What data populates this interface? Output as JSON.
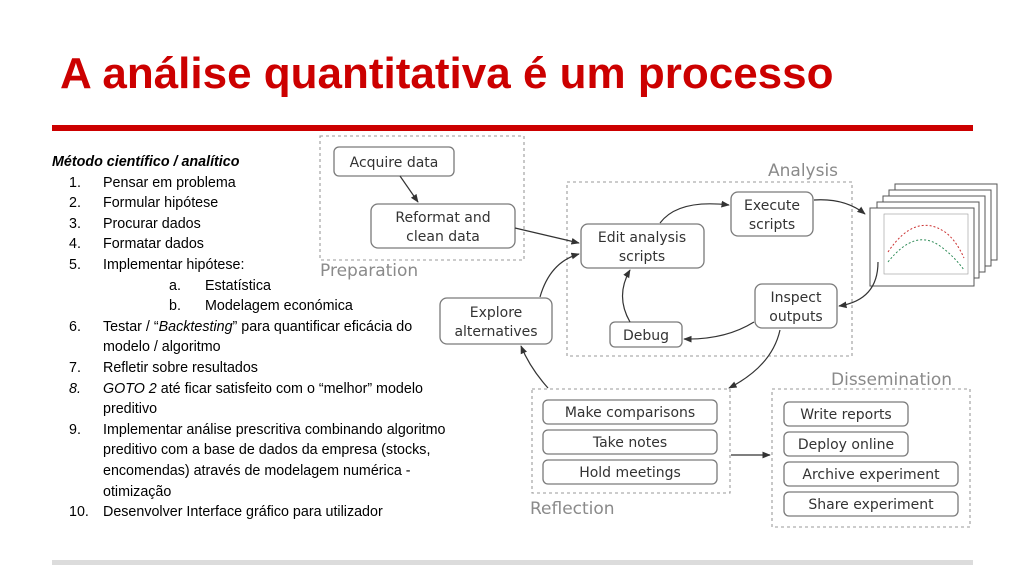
{
  "slide": {
    "title": "A análise quantitativa é um processo"
  },
  "steps": {
    "heading": "Método científico / analítico",
    "items": [
      {
        "num": "1.",
        "text": "Pensar em problema"
      },
      {
        "num": "2.",
        "text": "Formular hipótese"
      },
      {
        "num": "3.",
        "text": "Procurar dados"
      },
      {
        "num": "4.",
        "text": "Formatar dados"
      },
      {
        "num": "5.",
        "text": "Implementar hipótese:"
      },
      {
        "num": "a.",
        "text": "Estatística"
      },
      {
        "num": "b.",
        "text": "Modelagem económica"
      },
      {
        "num": "6.",
        "text_before": "Testar / “",
        "text_italic": "Backtesting",
        "text_after": "” para quantificar eficácia do modelo / algoritmo"
      },
      {
        "num": "7.",
        "text": "Refletir sobre resultados"
      },
      {
        "num": "8.",
        "text_italic": "GOTO 2",
        "text_after": " até ficar satisfeito com o “melhor” modelo preditivo"
      },
      {
        "num": "9.",
        "text": "Implementar análise prescritiva combinando algoritmo preditivo com a base de dados da empresa (stocks, encomendas) através de modelagem numérica - otimização"
      },
      {
        "num": "10.",
        "text": "Desenvolver Interface gráfico para utilizador"
      }
    ]
  },
  "diagram": {
    "groups": {
      "preparation": "Preparation",
      "analysis": "Analysis",
      "dissemination": "Dissemination",
      "reflection": "Reflection"
    },
    "nodes": {
      "acquire": "Acquire data",
      "reformat_1": "Reformat and",
      "reformat_2": "clean data",
      "edit_1": "Edit analysis",
      "edit_2": "scripts",
      "execute_1": "Execute",
      "execute_2": "scripts",
      "inspect_1": "Inspect",
      "inspect_2": "outputs",
      "debug": "Debug",
      "explore_1": "Explore",
      "explore_2": "alternatives",
      "comparisons": "Make comparisons",
      "notes": "Take notes",
      "meetings": "Hold meetings",
      "reports": "Write reports",
      "deploy": "Deploy online",
      "archive": "Archive experiment",
      "share": "Share experiment"
    },
    "output_stack_count": 5
  }
}
